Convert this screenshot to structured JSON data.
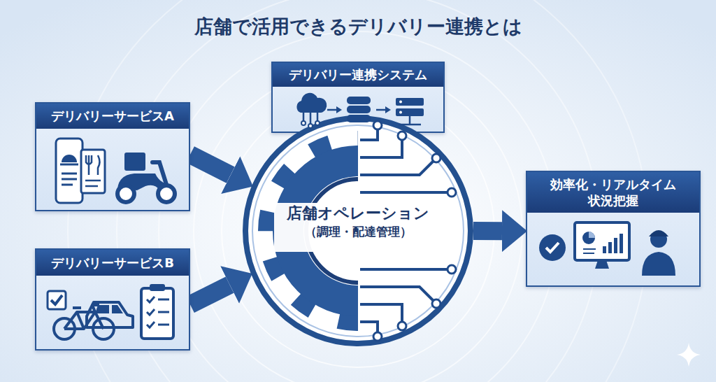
{
  "diagram": {
    "title": "店舗で活用できるデリバリー連携とは",
    "nodes": [
      {
        "text": [
          "デリバリー連携システム"
        ]
      },
      {
        "text": [
          "デリバリーサービスA"
        ]
      },
      {
        "text": [
          "デリバリーサービスB"
        ]
      },
      {
        "text": [
          "店舗オペレーション",
          "（調理・配達管理）"
        ]
      },
      {
        "text": [
          "効率化・リアルタイム 状況把握"
        ]
      }
    ],
    "edges": [
      {
        "from": 1,
        "to": 3,
        "arrow": "to"
      },
      {
        "from": 2,
        "to": 3,
        "arrow": "to"
      },
      {
        "from": 3,
        "to": 4,
        "arrow": "to"
      }
    ]
  }
}
